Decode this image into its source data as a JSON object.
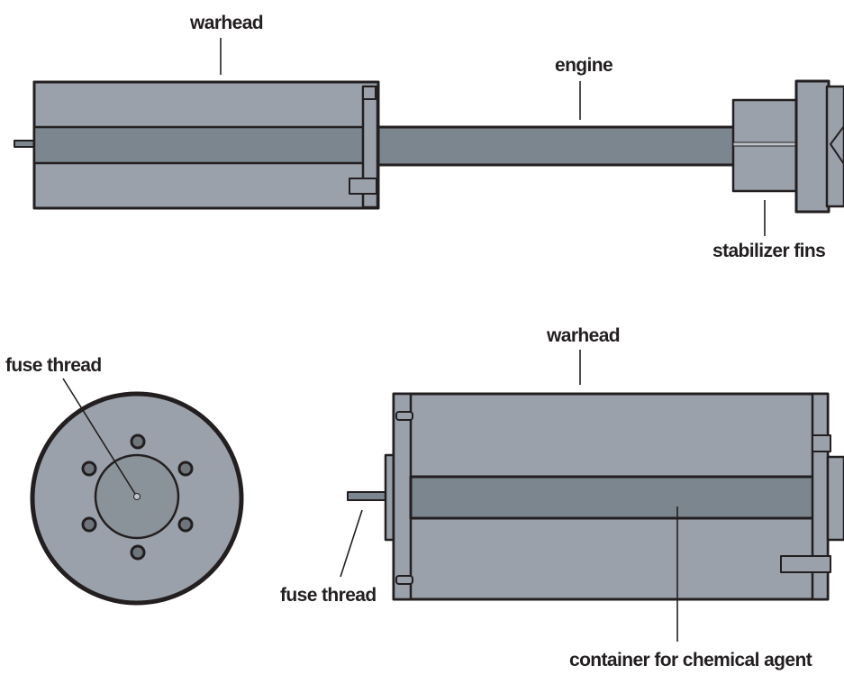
{
  "labels": {
    "top_warhead": "warhead",
    "engine": "engine",
    "stabilizer_fins": "stabilizer fins",
    "fuse_thread_end_view": "fuse thread",
    "bottom_warhead": "warhead",
    "fuse_thread_side_view": "fuse thread",
    "container": "container for chemical agent"
  },
  "colors": {
    "body_fill": "#9aa1aa",
    "body_dark": "#7b868e",
    "hub_fill": "#8a9399",
    "outline": "#231f20",
    "leader": "#231f20"
  }
}
